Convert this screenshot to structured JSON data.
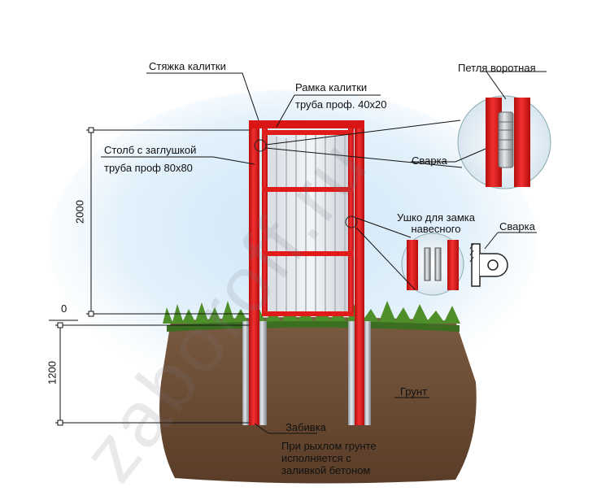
{
  "labels": {
    "gate_tie": "Стяжка калитки",
    "gate_frame_1": "Рамка калитки",
    "gate_frame_2": "труба проф. 40х20",
    "post_1": "Столб с заглушкой",
    "post_2": "труба проф 80х80",
    "hinge": "Петля воротная",
    "weld_top": "Сварка",
    "lock_eye_1": "Ушко для замка",
    "lock_eye_2": "навесного",
    "weld_right": "Сварка",
    "soil": "Грунт",
    "driving": "Забивка",
    "note_1": "При рыхлом грунте",
    "note_2": "исполняется с",
    "note_3": "заливкой бетоном"
  },
  "dimensions": {
    "height_above": "2000",
    "zero": "0",
    "depth_below": "1200"
  },
  "watermark": "zaboroff.ru",
  "colors": {
    "frame_red": "#e11a1a",
    "soil_brown": "#6b4a33",
    "grass_green": "#4f8f2a",
    "sky_blue": "#c8e4f7"
  }
}
